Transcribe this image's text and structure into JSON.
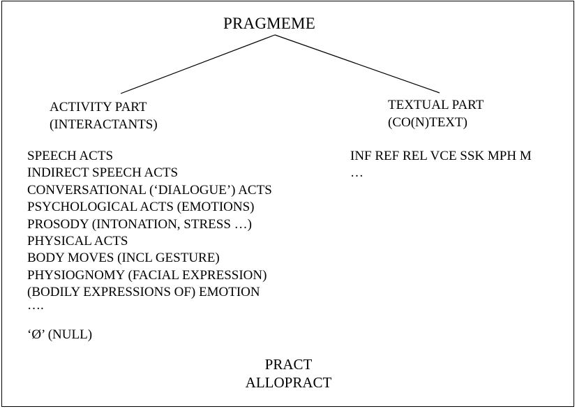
{
  "root": "PRAGMEME",
  "activity_part": {
    "title": "ACTIVITY PART",
    "subtitle": "(INTERACTANTS)",
    "items": [
      "SPEECH ACTS",
      "INDIRECT SPEECH ACTS",
      "CONVERSATIONAL (‘DIALOGUE’) ACTS",
      "PSYCHOLOGICAL ACTS (EMOTIONS)",
      "PROSODY (INTONATION, STRESS …)",
      "PHYSICAL ACTS",
      "BODY MOVES (INCL GESTURE)",
      "PHYSIOGNOMY (FACIAL EXPRESSION)",
      "(BODILY EXPRESSIONS OF) EMOTION",
      "…."
    ],
    "null_item": "‘Ø’ (NULL)"
  },
  "textual_part": {
    "title": "TEXTUAL PART",
    "subtitle": "(CO(N)TEXT)",
    "items_line": "INF REF REL VCE SSK MPH M",
    "ellipsis": "…"
  },
  "bottom": {
    "line1": "PRACT",
    "line2": "ALLOPRACT"
  }
}
